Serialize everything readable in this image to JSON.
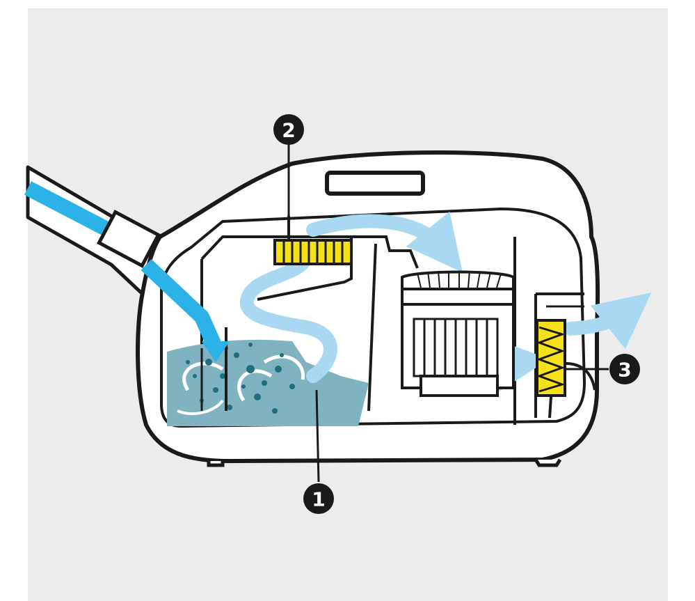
{
  "diagram": {
    "callouts": [
      {
        "id": "1",
        "label": "1"
      },
      {
        "id": "2",
        "label": "2"
      },
      {
        "id": "3",
        "label": "3"
      }
    ]
  },
  "colors": {
    "background": "#ececec",
    "outline": "#1a1a1a",
    "body_fill": "#ffffff",
    "airflow_in": "#2bb3e8",
    "airflow_light": "#a8d8f2",
    "water": "#7fb3c0",
    "bubbles": "#1f6f7e",
    "filter_yellow": "#f5e11a"
  },
  "icons": [
    "hose-icon",
    "water-filter-icon",
    "hepa-filter-icon",
    "fan-icon",
    "airflow-arrow-icon"
  ]
}
